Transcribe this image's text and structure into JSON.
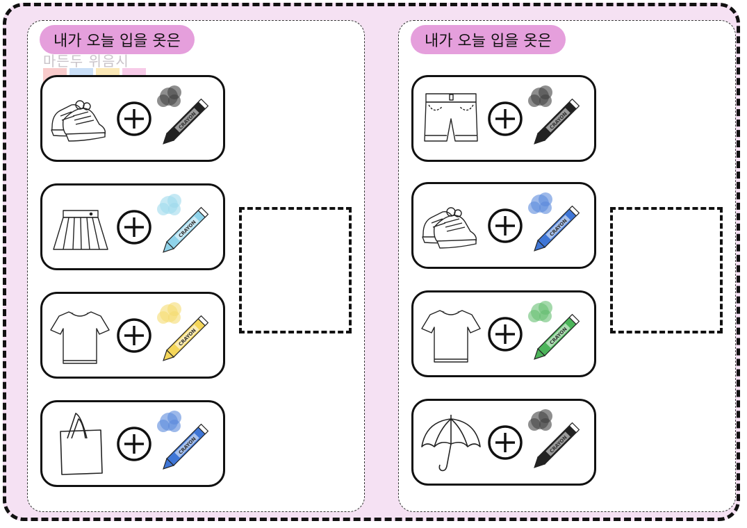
{
  "worksheet_title": "내가 오늘 입을 옷은",
  "watermark": {
    "text": "마든두 위음시"
  },
  "colors": {
    "frame_background": "#f5e1f3",
    "title_pill": "#e59fdc",
    "crayon_black": "#222222",
    "crayon_sky": "#8fd3ea",
    "crayon_yellow": "#f4d65a",
    "crayon_blue": "#3f76d6",
    "crayon_green": "#4cb45a"
  },
  "left_sheet": {
    "title": "내가 오늘 입을 옷은",
    "rows": [
      {
        "item": "sneakers-icon",
        "crayon_color": "black",
        "crayon_label": "CRAYON"
      },
      {
        "item": "skirt-icon",
        "crayon_color": "sky-blue",
        "crayon_label": "CRAYON"
      },
      {
        "item": "tshirt-icon",
        "crayon_color": "yellow",
        "crayon_label": "CRAYON"
      },
      {
        "item": "tote-bag-icon",
        "crayon_color": "blue",
        "crayon_label": "CRAYON"
      }
    ]
  },
  "right_sheet": {
    "title": "내가 오늘 입을 옷은",
    "rows": [
      {
        "item": "shorts-icon",
        "crayon_color": "black",
        "crayon_label": "CRAYON"
      },
      {
        "item": "sneakers-icon",
        "crayon_color": "blue",
        "crayon_label": "CRAYON"
      },
      {
        "item": "tshirt-icon",
        "crayon_color": "green",
        "crayon_label": "CRAYON"
      },
      {
        "item": "umbrella-icon",
        "crayon_color": "black",
        "crayon_label": "CRAYON"
      }
    ]
  }
}
